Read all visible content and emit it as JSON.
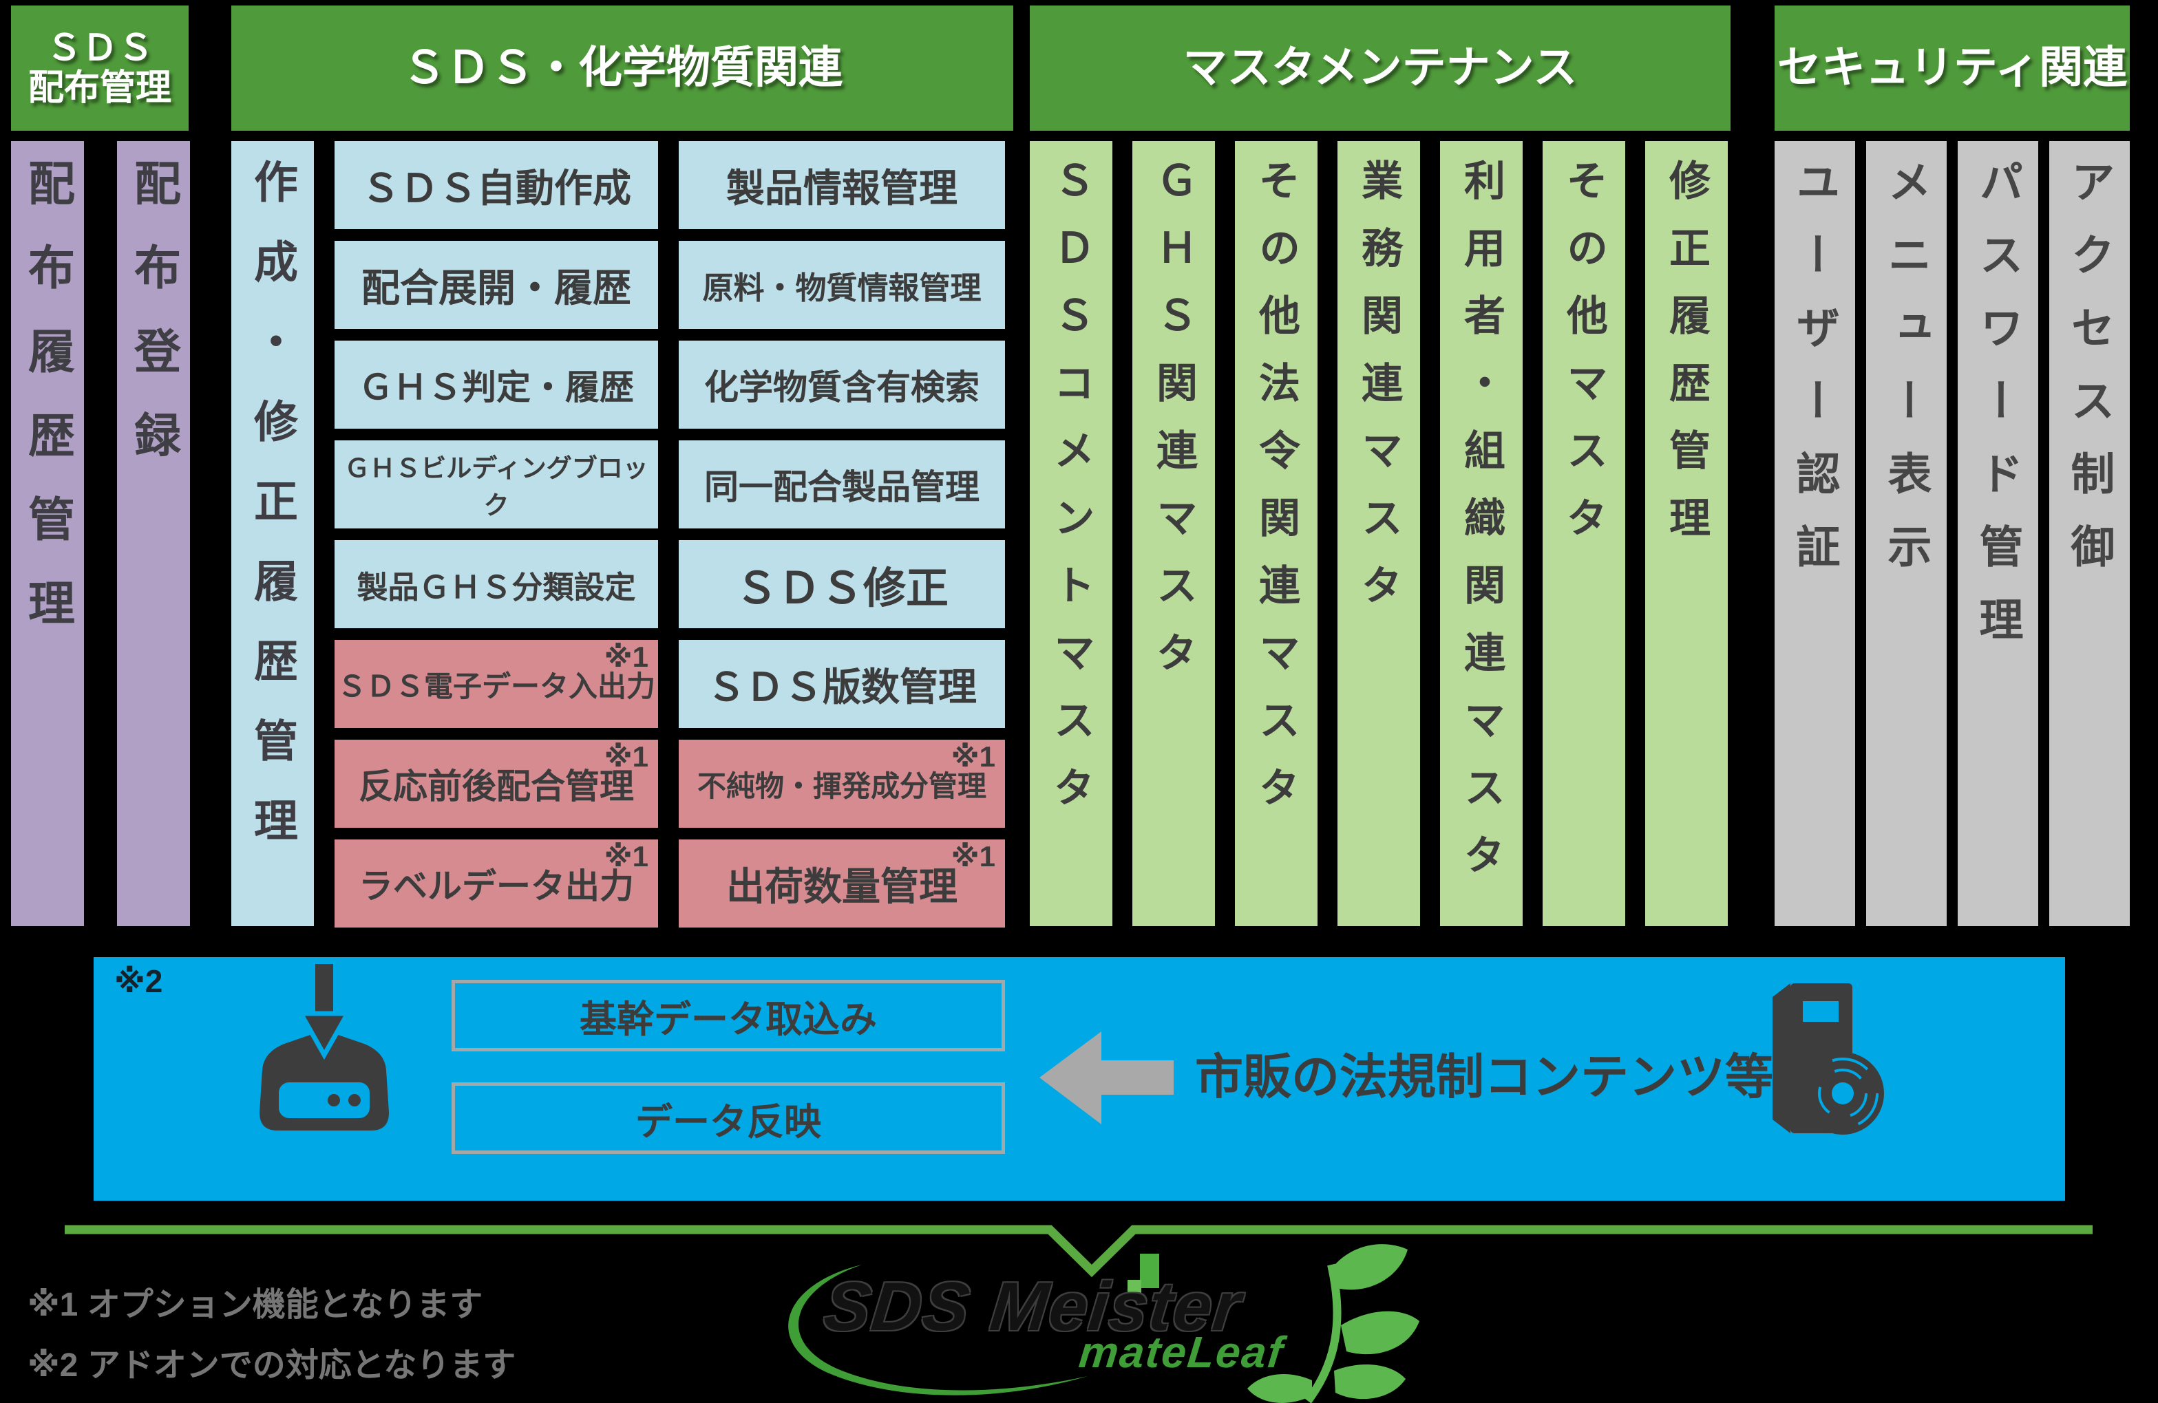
{
  "colors": {
    "background": "#000000",
    "header_green": "#4f9a3a",
    "purple": "#b0a0c6",
    "light_blue": "#bddfe9",
    "pink_optional": "#d68b90",
    "light_green": "#b9dc9b",
    "gray": "#c6c6c6",
    "cyan_band": "#00a8e5",
    "divider_green": "#5baa41",
    "logo_green": "#3f9e37",
    "dark_text": "#3c3c3c"
  },
  "sections": {
    "distribution": {
      "header": "ＳＤＳ\n配布管理",
      "columns": [
        "配布履歴管理",
        "配布登録"
      ]
    },
    "chemical": {
      "header": "ＳＤＳ・化学物質関連",
      "history_column": "作成・修正履歴管理",
      "col_a": [
        {
          "label": "ＳＤＳ自動作成",
          "note": ""
        },
        {
          "label": "配合展開・履歴",
          "note": ""
        },
        {
          "label": "ＧＨＳ判定・履歴",
          "note": ""
        },
        {
          "label": "ＧＨＳビルディングブロック",
          "note": ""
        },
        {
          "label": "製品ＧＨＳ分類設定",
          "note": ""
        },
        {
          "label": "ＳＤＳ電子データ入出力",
          "note": "※1"
        },
        {
          "label": "反応前後配合管理",
          "note": "※1"
        },
        {
          "label": "ラベルデータ出力",
          "note": "※1"
        }
      ],
      "col_b": [
        {
          "label": "製品情報管理",
          "note": ""
        },
        {
          "label": "原料・物質情報管理",
          "note": ""
        },
        {
          "label": "化学物質含有検索",
          "note": ""
        },
        {
          "label": "同一配合製品管理",
          "note": ""
        },
        {
          "label": "ＳＤＳ修正",
          "note": ""
        },
        {
          "label": "ＳＤＳ版数管理",
          "note": ""
        },
        {
          "label": "不純物・揮発成分管理",
          "note": "※1"
        },
        {
          "label": "出荷数量管理",
          "note": "※1"
        }
      ]
    },
    "master": {
      "header": "マスタメンテナンス",
      "columns": [
        "ＳＤＳコメントマスタ",
        "ＧＨＳ関連マスタ",
        "その他法令関連マスタ",
        "業務関連マスタ",
        "利用者・組織関連マスタ",
        "その他マスタ",
        "修正履歴管理"
      ]
    },
    "security": {
      "header": "セキュリティ関連",
      "columns": [
        "ユーザー認証",
        "メニュー表示",
        "パスワード管理",
        "アクセス制御"
      ]
    }
  },
  "integration": {
    "note": "※2",
    "process_boxes": [
      "基幹データ取込み",
      "データ反映"
    ],
    "source_label": "市販の法規制コンテンツ等",
    "icons": [
      "download-device-icon",
      "left-arrow-icon",
      "software-package-icon"
    ]
  },
  "footnotes": [
    "※1 オプション機能となります",
    "※2 アドオンでの対応となります"
  ],
  "logo": {
    "title": "SDS Meister",
    "subtitle": "mateLeaf"
  }
}
